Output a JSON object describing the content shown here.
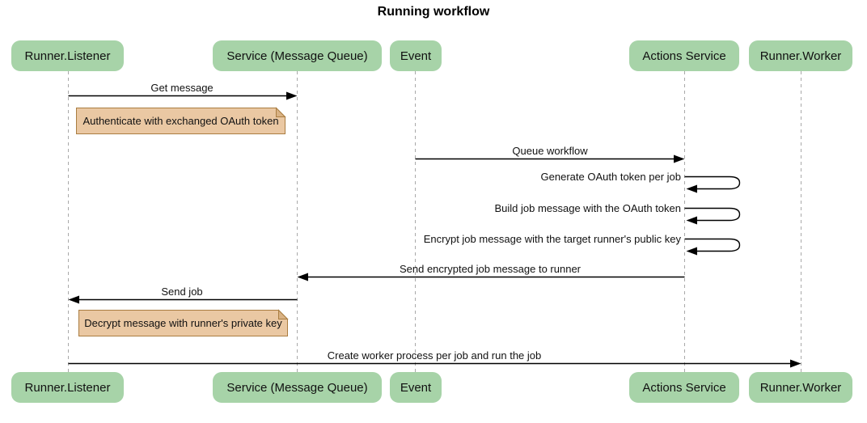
{
  "title": "Running workflow",
  "actors": [
    {
      "label": "Runner.Listener"
    },
    {
      "label": "Service (Message Queue)"
    },
    {
      "label": "Event"
    },
    {
      "label": "Actions Service"
    },
    {
      "label": "Runner.Worker"
    }
  ],
  "messages": [
    {
      "label": "Get message",
      "from": "Runner.Listener",
      "to": "Service (Message Queue)"
    },
    {
      "label": "Queue workflow",
      "from": "Event",
      "to": "Actions Service"
    },
    {
      "label": "Generate OAuth token per job",
      "from": "Actions Service",
      "to": "Actions Service"
    },
    {
      "label": "Build job message with the OAuth token",
      "from": "Actions Service",
      "to": "Actions Service"
    },
    {
      "label": "Encrypt job message with the target runner's public key",
      "from": "Actions Service",
      "to": "Actions Service"
    },
    {
      "label": "Send encrypted job message to runner",
      "from": "Actions Service",
      "to": "Service (Message Queue)"
    },
    {
      "label": "Send job",
      "from": "Service (Message Queue)",
      "to": "Runner.Listener"
    },
    {
      "label": "Create worker process per job and run the job",
      "from": "Runner.Listener",
      "to": "Runner.Worker"
    }
  ],
  "notes": [
    {
      "text": "Authenticate with exchanged OAuth token"
    },
    {
      "text": "Decrypt message with runner's private key"
    }
  ],
  "colors": {
    "actor_fill": "#a7d3a8",
    "note_fill": "#eac8a3",
    "note_border": "#aa7d41",
    "note_fold": "#d9b284",
    "lifeline": "#a9a9a9",
    "arrow": "#000000",
    "text": "#111111",
    "background": "#ffffff"
  }
}
